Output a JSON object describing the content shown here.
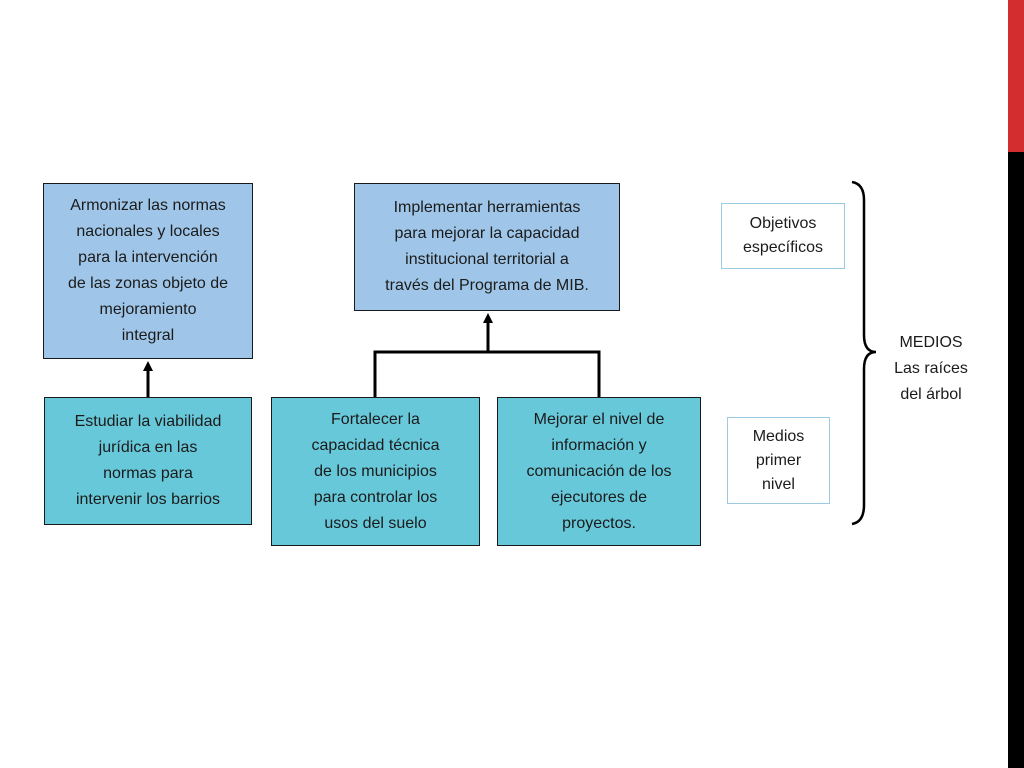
{
  "objectives": {
    "left": "Armonizar las normas\nnacionales y locales\npara la intervención\nde las zonas objeto de\nmejoramiento\nintegral",
    "center": "Implementar herramientas\npara mejorar la capacidad\ninstitucional territorial a\ntravés del Programa de MIB."
  },
  "means": {
    "m1": "Estudiar la viabilidad\njurídica en las\nnormas para\nintervenir los barrios",
    "m2": "Fortalecer la\ncapacidad técnica\nde los municipios\npara controlar los\nusos del suelo",
    "m3": "Mejorar el nivel de\ninformación y\ncomunicación de los\nejecutores de\nproyectos."
  },
  "labels": {
    "objectives_label": "Objetivos\nespecíficos",
    "means_label": "Medios\nprimer\nnivel"
  },
  "side": {
    "line1": "MEDIOS",
    "line2": "Las raíces",
    "line3": "del árbol"
  },
  "colors": {
    "objective_fill": "#9fc6e8",
    "means_fill": "#67c8d9",
    "label_border": "#9ccbe3",
    "accent_red": "#d32d2f"
  }
}
